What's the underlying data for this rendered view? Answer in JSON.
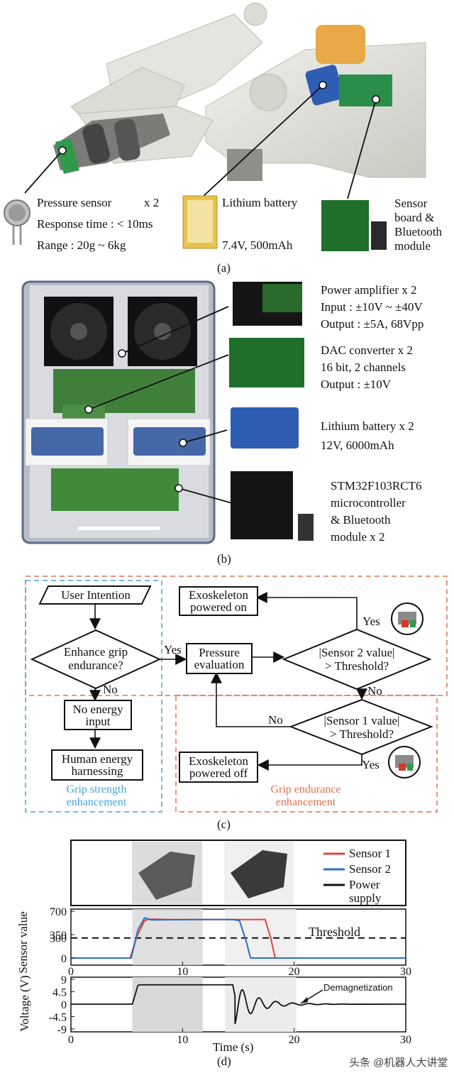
{
  "panel_a": {
    "pressure": {
      "title": "Pressure sensor",
      "count": "x 2",
      "response": "Response time : < 10ms",
      "range": "Range :  20g ~ 6kg"
    },
    "battery": {
      "title": "Lithium battery",
      "spec": "7.4V, 500mAh"
    },
    "sensor_board": {
      "line1": "Sensor",
      "line2": "board &",
      "line3": "Bluetooth",
      "line4": "module"
    },
    "caption": "(a)"
  },
  "panel_b": {
    "amplifier": {
      "line1": "Power amplifier x 2",
      "line2": "Input : ±10V ~ ±40V",
      "line3": "Output : ±5A,  68Vpp"
    },
    "dac": {
      "line1": "DAC converter x 2",
      "line2": "16 bit, 2 channels",
      "line3": "Output : ±10V"
    },
    "battery": {
      "line1": "Lithium battery x 2",
      "line2": "12V, 6000mAh"
    },
    "mcu": {
      "line1": "STM32F103RCT6",
      "line2": "microcontroller",
      "line3": "& Bluetooth",
      "line4": "module x 2"
    },
    "caption": "(b)"
  },
  "panel_c": {
    "user_intention": "User Intention",
    "enhance_q": {
      "line1": "Enhance grip",
      "line2": "endurance?"
    },
    "yes1": "Yes",
    "no1": "No",
    "pressure_eval": {
      "line1": "Pressure",
      "line2": "evaluation"
    },
    "exo_on": {
      "line1": "Exoskeleton",
      "line2": "powered on"
    },
    "sensor2_q": {
      "line1": "|Sensor 2 value|",
      "line2": "> Threshold?"
    },
    "yes2": "Yes",
    "no2": "No",
    "sensor1_q": {
      "line1": "|Sensor 1 value|",
      "line2": "> Threshold?"
    },
    "no3": "No",
    "yes3": "Yes",
    "exo_off": {
      "line1": "Exoskeleton",
      "line2": "powered off"
    },
    "no_energy": {
      "line1": "No energy",
      "line2": "input"
    },
    "human_energy": {
      "line1": "Human energy",
      "line2": "harnessing"
    },
    "grip_strength": {
      "line1": "Grip strength",
      "line2": "enhancement"
    },
    "grip_endurance": {
      "line1": "Grip endurance",
      "line2": "enhancement"
    },
    "caption": "(c)"
  },
  "panel_d": {
    "legend": [
      "Sensor 1",
      "Sensor 2",
      "Power",
      "supply"
    ],
    "threshold_label": "Threshold",
    "demag_label": "Demagnetization",
    "caption": "(d)"
  },
  "chart_data": [
    {
      "type": "line",
      "ylabel": "Sensor value",
      "xlim": [
        0,
        30
      ],
      "ylim": [
        0,
        700
      ],
      "yticks": [
        "700",
        "350",
        "300",
        "0"
      ],
      "xticks": [
        "0",
        "10",
        "20",
        "30"
      ],
      "threshold": 300,
      "series": [
        {
          "name": "Sensor 1",
          "color": "#e0443a",
          "x": [
            0,
            5.3,
            5.9,
            6.6,
            7.0,
            9,
            12,
            15,
            17.4,
            17.9,
            18.3,
            30
          ],
          "y": [
            0,
            0,
            320,
            560,
            580,
            575,
            575,
            575,
            575,
            300,
            0,
            0
          ]
        },
        {
          "name": "Sensor 2",
          "color": "#2b6fc4",
          "x": [
            0,
            5.4,
            6.0,
            6.6,
            7.2,
            12,
            14.5,
            15.1,
            15.7,
            16.1,
            30
          ],
          "y": [
            0,
            0,
            420,
            600,
            570,
            575,
            575,
            560,
            250,
            0,
            0
          ]
        }
      ]
    },
    {
      "type": "line",
      "ylabel": "Voltage (V)",
      "xlabel": "Time (s)",
      "xlim": [
        0,
        30
      ],
      "ylim": [
        -9,
        9
      ],
      "yticks": [
        "9",
        "4.5",
        "0",
        "-4.5",
        "-9"
      ],
      "xticks": [
        "0",
        "10",
        "20",
        "30"
      ],
      "shaded_intervals": [
        [
          5.5,
          11.8
        ],
        [
          13.8,
          20.2
        ]
      ],
      "series": [
        {
          "name": "Power supply",
          "color": "#111111",
          "x": [
            0,
            5.5,
            6.0,
            6.2,
            14.5,
            14.7
          ],
          "y": [
            0,
            0,
            6.8,
            7.0,
            7.0,
            3.0
          ]
        }
      ]
    }
  ],
  "watermark": "头条 @机器人大讲堂"
}
